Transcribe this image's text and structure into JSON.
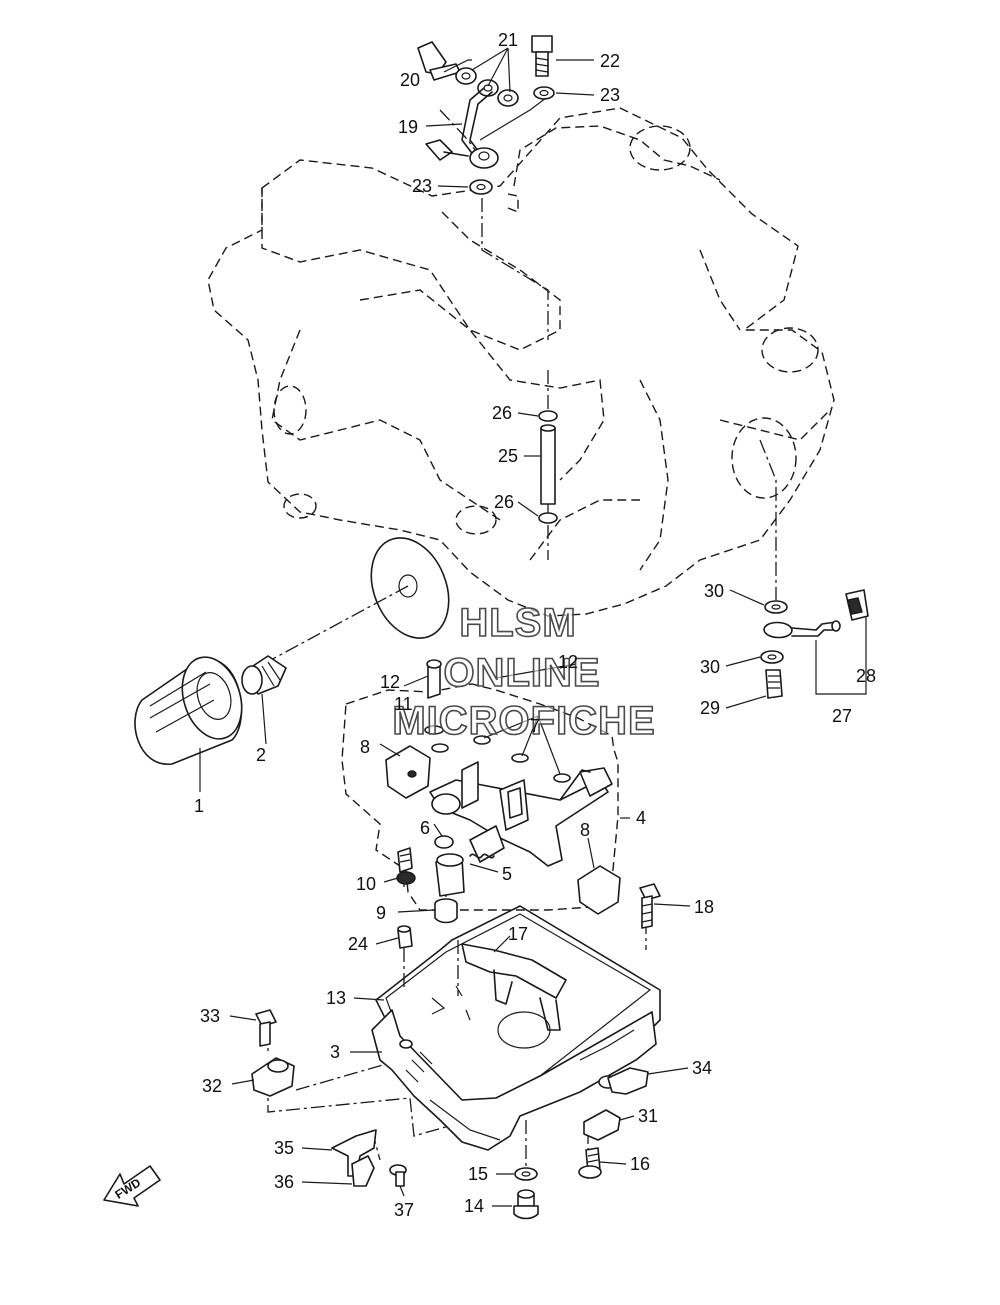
{
  "watermark": {
    "line1": "HLSM",
    "line2": "ONLINE",
    "line3": "MICROFICHE"
  },
  "direction_arrow": {
    "label": "FWD",
    "icon": "fwd-arrow-icon"
  },
  "callouts": {
    "c1": "1",
    "c2": "2",
    "c3": "3",
    "c4": "4",
    "c5": "5",
    "c6": "6",
    "c7": "7",
    "c8a": "8",
    "c8b": "8",
    "c9": "9",
    "c10": "10",
    "c11": "11",
    "c12a": "12",
    "c12b": "12",
    "c13": "13",
    "c14": "14",
    "c15": "15",
    "c16": "16",
    "c17": "17",
    "c18": "18",
    "c19": "19",
    "c20": "20",
    "c21": "21",
    "c22": "22",
    "c23a": "23",
    "c23b": "23",
    "c24": "24",
    "c25": "25",
    "c26a": "26",
    "c26b": "26",
    "c27": "27",
    "c28": "28",
    "c29": "29",
    "c30a": "30",
    "c30b": "30",
    "c31": "31",
    "c32": "32",
    "c33": "33",
    "c34": "34",
    "c35": "35",
    "c36": "36",
    "c37": "37"
  }
}
